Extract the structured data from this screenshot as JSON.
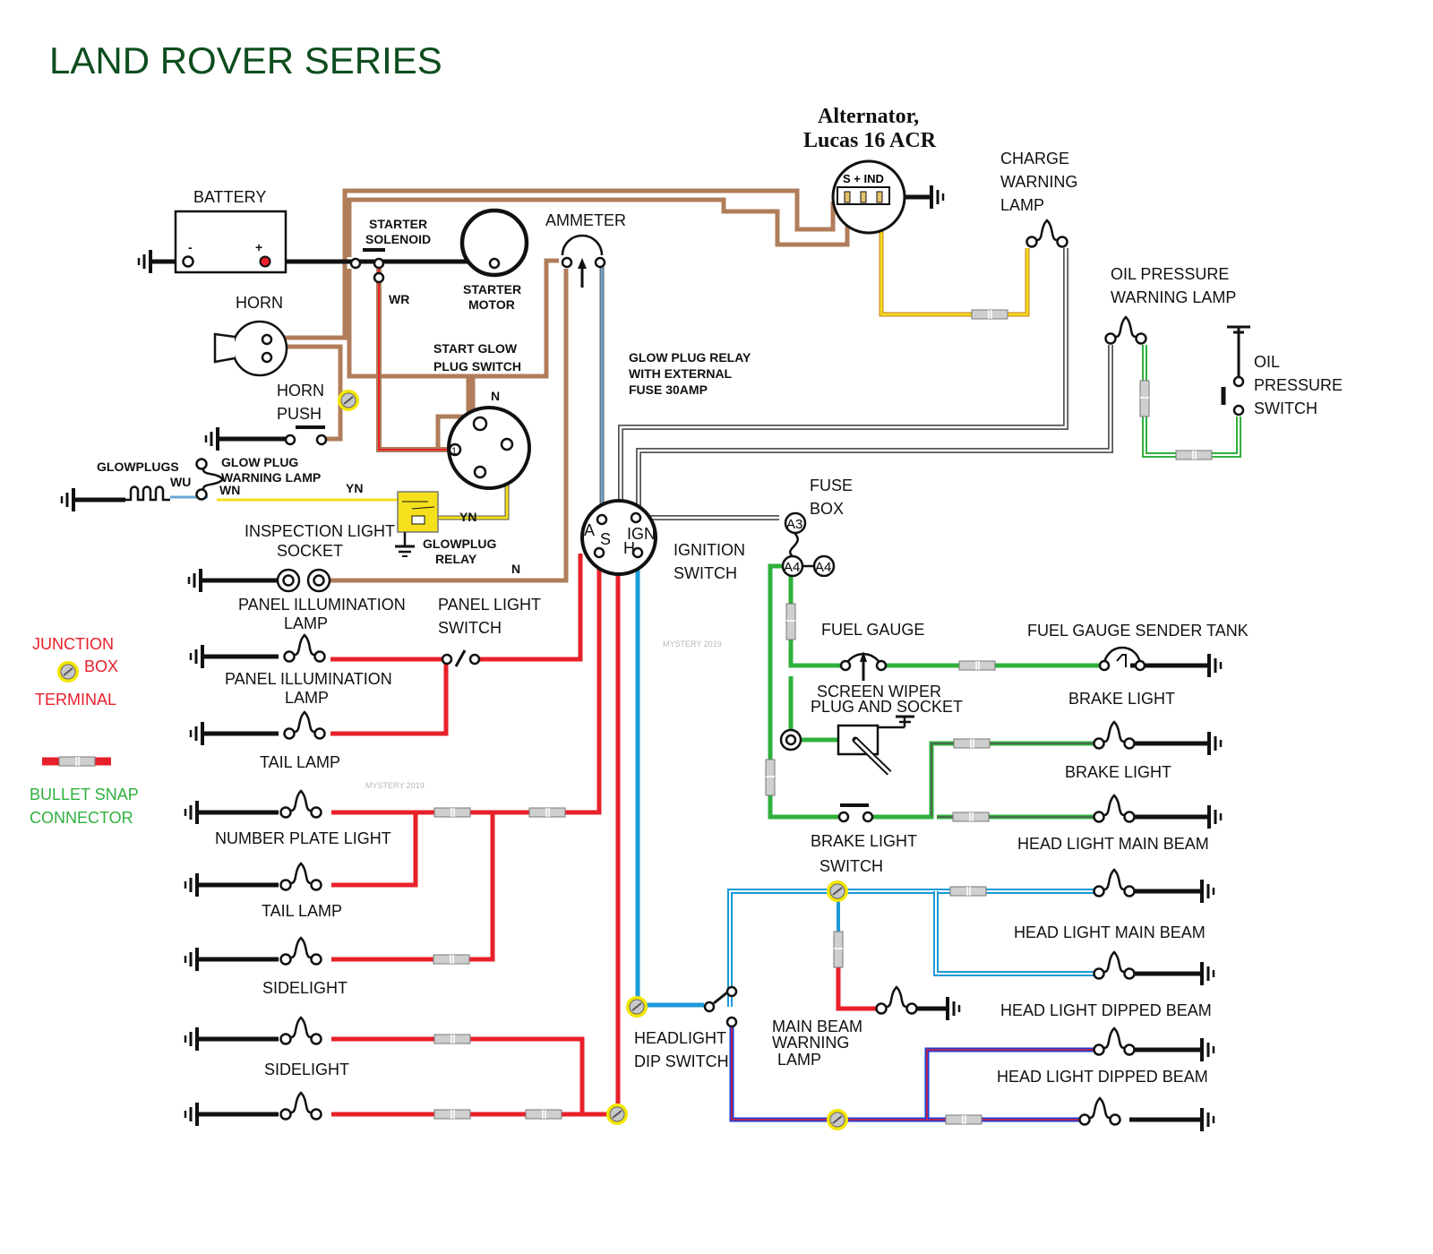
{
  "title": "LAND ROVER SERIES",
  "alternator": {
    "line1": "Alternator,",
    "line2": "Lucas 16 ACR",
    "terminals": "S + IND"
  },
  "labels": {
    "battery": "BATTERY",
    "battery_neg": "-",
    "battery_pos": "+",
    "starter_solenoid_1": "STARTER",
    "starter_solenoid_2": "SOLENOID",
    "starter_motor_1": "STARTER",
    "starter_motor_2": "MOTOR",
    "wr": "WR",
    "ammeter": "AMMETER",
    "horn": "HORN",
    "horn_push_1": "HORN",
    "horn_push_2": "PUSH",
    "start_glow_1": "START GLOW",
    "start_glow_2": "PLUG SWITCH",
    "n_top": "N",
    "n_bottom": "N",
    "glowplugs": "GLOWPLUGS",
    "glow_warning_1": "GLOW PLUG",
    "glow_warning_2": "WARNING LAMP",
    "wu": "WU",
    "wn": "WN",
    "yn_top": "YN",
    "yn_bottom": "YN",
    "glowplug_relay_1": "GLOWPLUG",
    "glowplug_relay_2": "RELAY",
    "glow_relay_fuse_1": "GLOW PLUG RELAY",
    "glow_relay_fuse_2": "WITH EXTERNAL",
    "glow_relay_fuse_3": "FUSE 30AMP",
    "charge_warning_1": "CHARGE",
    "charge_warning_2": "WARNING",
    "charge_warning_3": "LAMP",
    "oil_warning_1": "OIL PRESSURE",
    "oil_warning_2": "WARNING LAMP",
    "oil_switch_1": "OIL",
    "oil_switch_2": "PRESSURE",
    "oil_switch_3": "SWITCH",
    "inspection_1": "INSPECTION LIGHT",
    "inspection_2": "SOCKET",
    "ign_a": "A",
    "ign_s": "S",
    "ign_ign": "IGN",
    "ign_h": "H",
    "ignition_switch_1": "IGNITION",
    "ignition_switch_2": "SWITCH",
    "fuse_box_1": "FUSE",
    "fuse_box_2": "BOX",
    "fuse_a3": "A3",
    "fuse_a4a": "A4",
    "fuse_a4b": "A4",
    "panel_illum_1a": "PANEL   ILLUMINATION",
    "panel_illum_1b": "LAMP",
    "panel_light_switch_1": "PANEL LIGHT",
    "panel_light_switch_2": "SWITCH",
    "panel_illum_2a": "PANEL  ILLUMINATION",
    "panel_illum_2b": "LAMP",
    "tail_lamp_1": "TAIL LAMP",
    "number_plate": "NUMBER PLATE LIGHT",
    "tail_lamp_2": "TAIL LAMP",
    "sidelight_1": "SIDELIGHT",
    "sidelight_2": "SIDELIGHT",
    "fuel_gauge": "FUEL GAUGE",
    "fuel_sender": "FUEL GAUGE SENDER TANK",
    "wiper_1": "SCREEN WIPER",
    "wiper_2": "PLUG AND SOCKET",
    "brake_light_1": "BRAKE LIGHT",
    "brake_light_2": "BRAKE LIGHT",
    "brake_switch_1": "BRAKE LIGHT",
    "brake_switch_2": "SWITCH",
    "head_main_1": "HEAD LIGHT MAIN BEAM",
    "head_main_2": "HEAD LIGHT MAIN BEAM",
    "main_beam_warn_1": "MAIN BEAM",
    "main_beam_warn_2": "WARNING",
    "main_beam_warn_3": "LAMP",
    "head_dipped_1": "HEAD LIGHT DIPPED BEAM",
    "head_dipped_2": "HEAD LIGHT DIPPED BEAM",
    "dip_switch_1": "HEADLIGHT",
    "dip_switch_2": "DIP SWITCH",
    "watermark_1": "MYSTERY 2019",
    "watermark_2": "MYSTERY 2019"
  },
  "legend": {
    "junction_1": "JUNCTION",
    "junction_2": "BOX",
    "junction_3": "TERMINAL",
    "bullet_1": "BULLET SNAP",
    "bullet_2": "CONNECTOR"
  },
  "colors": {
    "brown": "#b07d5a",
    "red": "#e8202a",
    "green": "#2fb03c",
    "blue": "#1b9ad8",
    "yellow": "#f4e01c",
    "title_green": "#0d4d1e",
    "junction_ring": "#f2e600"
  }
}
